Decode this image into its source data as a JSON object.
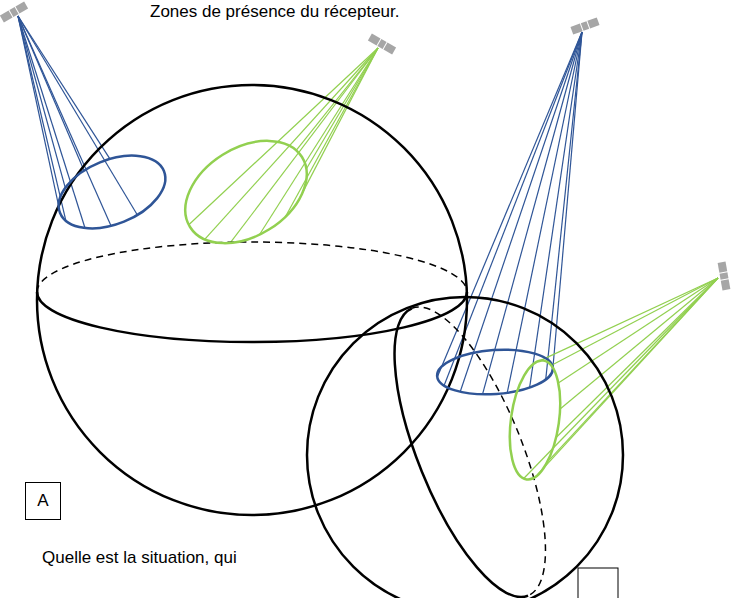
{
  "diagram": {
    "nodes": [
      {
        "text": [
          "A"
        ]
      }
    ],
    "labels": [
      "Zones de présence du récepteur.",
      "Quelle est la situation, qui"
    ]
  }
}
